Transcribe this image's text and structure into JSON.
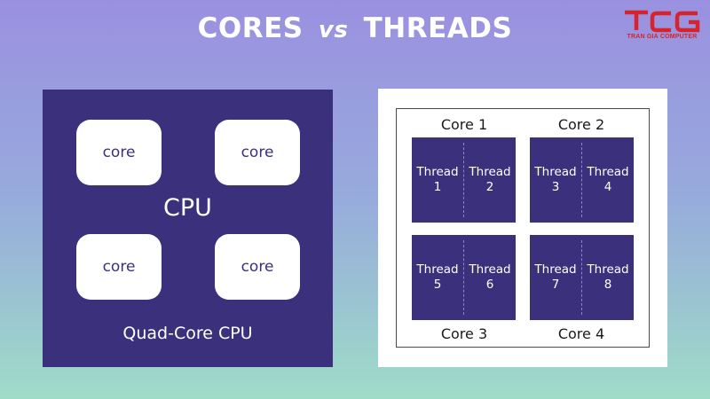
{
  "title": {
    "left": "CORES",
    "vs": "vs",
    "right": "THREADS"
  },
  "logo": {
    "mark": "TCG",
    "sub": "TRAN GIA COMPUTER",
    "color": "#d7232b"
  },
  "cpu_panel": {
    "cores": [
      "core",
      "core",
      "core",
      "core"
    ],
    "center_label": "CPU",
    "bottom_label": "Quad-Core CPU",
    "color": "#3b307c"
  },
  "threads_panel": {
    "cores": [
      {
        "name": "Core 1",
        "threads": [
          {
            "word": "Thread",
            "num": "1"
          },
          {
            "word": "Thread",
            "num": "2"
          }
        ]
      },
      {
        "name": "Core 2",
        "threads": [
          {
            "word": "Thread",
            "num": "3"
          },
          {
            "word": "Thread",
            "num": "4"
          }
        ]
      },
      {
        "name": "Core 3",
        "threads": [
          {
            "word": "Thread",
            "num": "5"
          },
          {
            "word": "Thread",
            "num": "6"
          }
        ]
      },
      {
        "name": "Core 4",
        "threads": [
          {
            "word": "Thread",
            "num": "7"
          },
          {
            "word": "Thread",
            "num": "8"
          }
        ]
      }
    ]
  }
}
